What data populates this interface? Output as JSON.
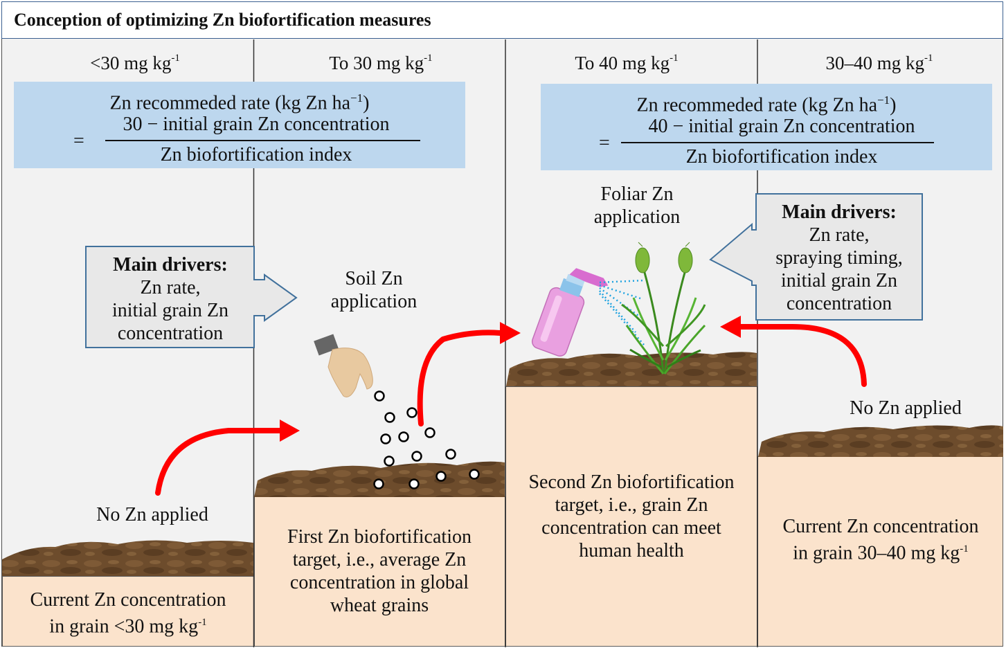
{
  "title": "Conception of optimizing Zn biofortification measures",
  "columns": [
    {
      "label": "<30 mg kg",
      "sup": "-1"
    },
    {
      "label": "To 30 mg kg",
      "sup": "-1"
    },
    {
      "label": "To 40 mg kg",
      "sup": "-1"
    },
    {
      "label": "30–40 mg kg",
      "sup": "-1"
    }
  ],
  "formula_left": {
    "line1": "Zn recommeded rate (kg Zn ha",
    "line1_sup": "−1",
    "line1_end": ")",
    "eq": "=",
    "numerator": "30 − initial grain Zn concentration",
    "denominator": "Zn biofortification index"
  },
  "formula_right": {
    "line1": "Zn recommeded rate (kg Zn ha",
    "line1_sup": "−1",
    "line1_end": ")",
    "eq": "=",
    "numerator": "40 − initial grain Zn concentration",
    "denominator": "Zn biofortification index"
  },
  "drivers_left": {
    "heading": "Main drivers:",
    "lines": [
      "Zn rate,",
      "initial grain Zn",
      "concentration"
    ]
  },
  "drivers_right": {
    "heading": "Main drivers:",
    "lines": [
      "Zn rate,",
      "spraying timing,",
      "initial grain Zn",
      "concentration"
    ]
  },
  "soil_application": [
    "Soil Zn",
    "application"
  ],
  "foliar_application": [
    "Foliar Zn",
    "application"
  ],
  "no_zn_left": "No Zn applied",
  "no_zn_right": "No Zn applied",
  "captions": {
    "col1": [
      "Current Zn concentration",
      "in grain <30 mg kg",
      "-1"
    ],
    "col2": [
      "First Zn biofortification",
      "target, i.e., average Zn",
      "concentration in global",
      "wheat grains"
    ],
    "col3": [
      "Second Zn biofortification",
      "target, i.e., grain Zn",
      "concentration can meet",
      "human health"
    ],
    "col4": [
      "Current Zn concentration",
      "in grain 30–40 mg kg",
      "-1"
    ]
  },
  "colors": {
    "formula_bg": "#bdd7ee",
    "peach": "#fbe3cc",
    "arrow_red": "#ff0000",
    "soil": "#6b4a2a",
    "callout_border": "#41719c"
  }
}
